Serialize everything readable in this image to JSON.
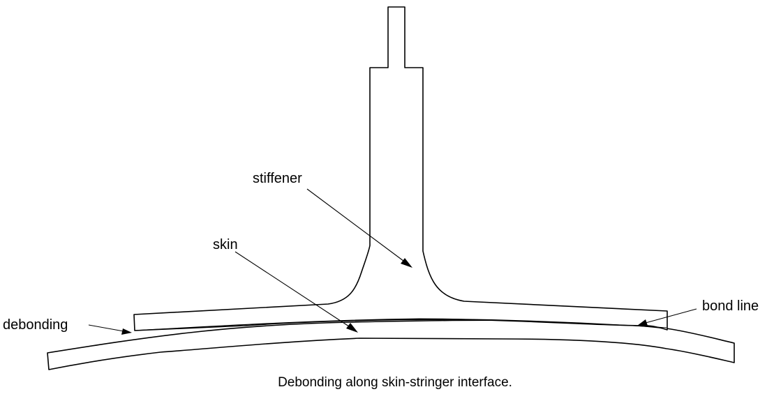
{
  "labels": {
    "stiffener": "stiffener",
    "skin": "skin",
    "debonding": "debonding",
    "bond_line": "bond line"
  },
  "caption": "Debonding along skin-stringer interface."
}
